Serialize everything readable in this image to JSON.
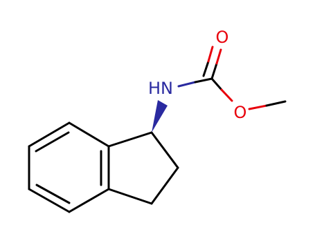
{
  "molecule": {
    "atom_labels": {
      "nh": "HN",
      "carbonyl_o": "O",
      "ester_o": "O"
    },
    "colors": {
      "bond": "#000000",
      "nitrogen": "#2a2aa0",
      "oxygen": "#e8000b",
      "stereo_wedge": "#2a2aa0"
    }
  }
}
